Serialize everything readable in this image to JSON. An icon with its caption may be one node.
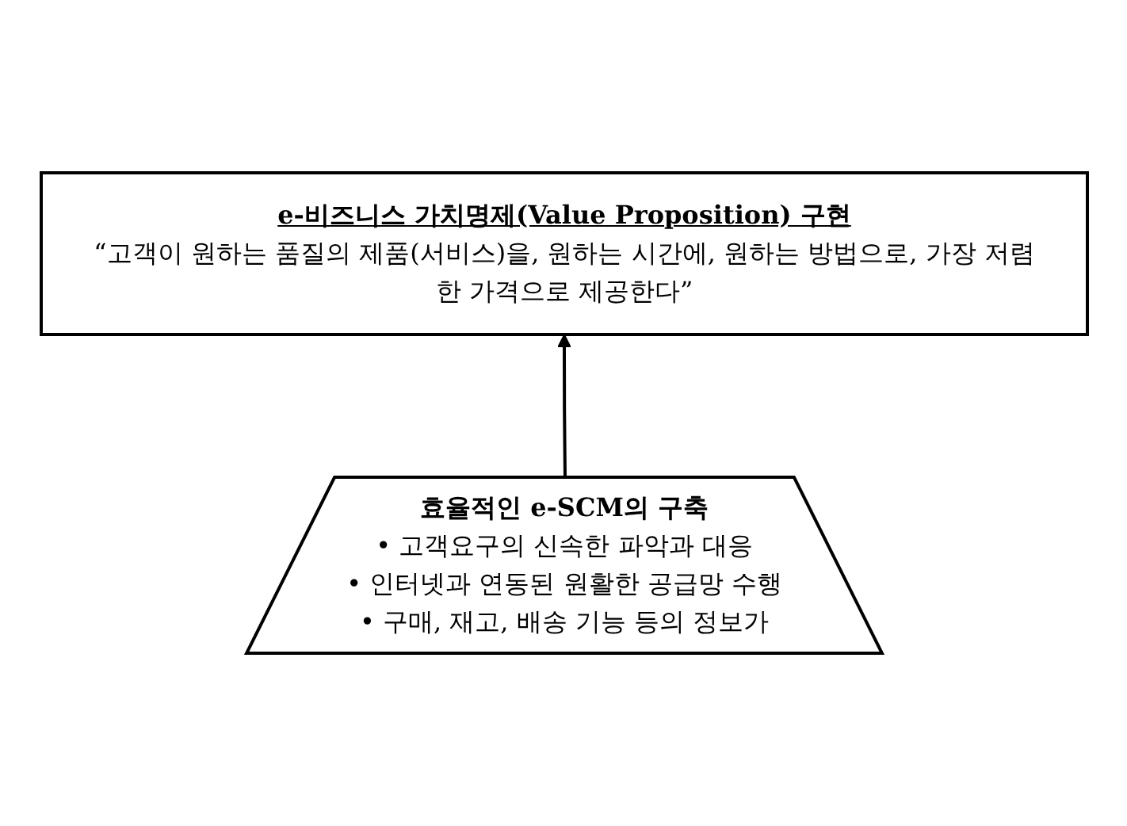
{
  "diagram": {
    "nodes": [
      {
        "text": [
          "e-비즈니스 가치명제(Value Proposition) 구현",
          "“고객이 원하는 품질의 제품(서비스)을, 원하는 시간에, 원하는 방법으로, 가장 저렴한 가격으로 제공한다”"
        ]
      },
      {
        "text": [
          "효율적인 e-SCM의 구축",
          "• 고객요구의 신속한 파악과 대응",
          "• 인터넷과 연동된 원활한 공급망 수행",
          "• 구매, 재고, 배송 기능 등의 정보가"
        ]
      }
    ],
    "edges": [
      {
        "from": 1,
        "to": 0,
        "arrow": "to"
      }
    ]
  }
}
